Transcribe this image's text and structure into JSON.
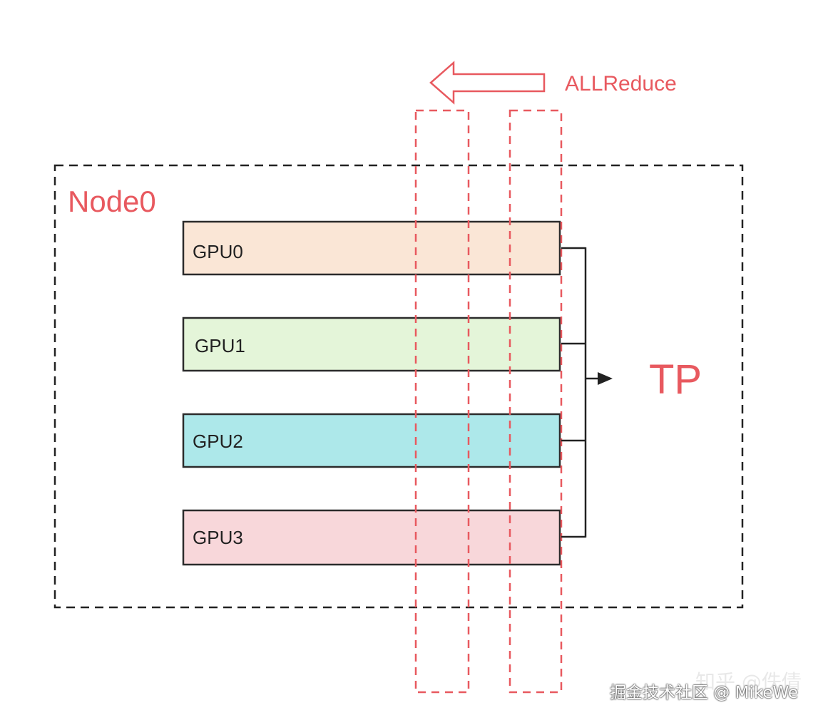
{
  "diagram": {
    "node_label": "Node0",
    "gpus": [
      {
        "label": "GPU0",
        "fill": "#fae6d6"
      },
      {
        "label": "GPU1",
        "fill": "#e4f5d9"
      },
      {
        "label": "GPU2",
        "fill": "#ade8ea"
      },
      {
        "label": "GPU3",
        "fill": "#f8d7da"
      }
    ],
    "allreduce_label": "ALLReduce",
    "tp_label": "TP",
    "colors": {
      "accent": "#e8595f",
      "node_border": "#222222",
      "gpu_border": "#2b2b2b"
    }
  },
  "watermark": {
    "faint": "知乎 @佚倩",
    "text": "掘金技术社区 @ MikeWe"
  }
}
